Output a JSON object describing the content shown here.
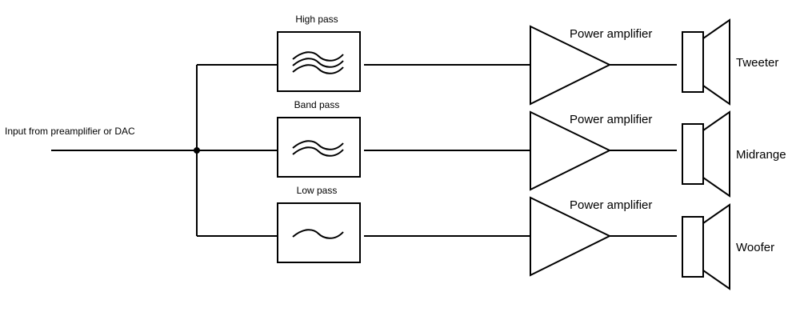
{
  "input_label": "Input from preamplifier or DAC",
  "channels": [
    {
      "filter": "High pass",
      "filter_waves": 3,
      "amplifier": "Power amplifier",
      "speaker": "Tweeter"
    },
    {
      "filter": "Band pass",
      "filter_waves": 2,
      "amplifier": "Power amplifier",
      "speaker": "Midrange"
    },
    {
      "filter": "Low pass",
      "filter_waves": 1,
      "amplifier": "Power amplifier",
      "speaker": "Woofer"
    }
  ],
  "line_color": "#000000"
}
